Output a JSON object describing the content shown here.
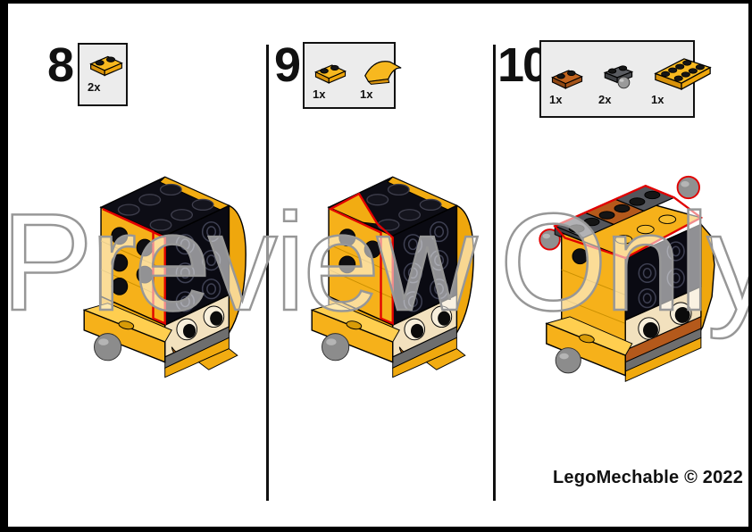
{
  "watermark": "Preview Only",
  "footer": "LegoMechable © 2022",
  "steps": [
    {
      "number": "8",
      "parts": [
        {
          "name": "plate-1x2-yellow",
          "qty": "2x",
          "color": "#F7B81F"
        }
      ]
    },
    {
      "number": "9",
      "parts": [
        {
          "name": "plate-1x2-yellow",
          "qty": "1x",
          "color": "#F7B81F"
        },
        {
          "name": "slope-curved-2x2-yellow",
          "qty": "1x",
          "color": "#F7B81F"
        }
      ]
    },
    {
      "number": "10",
      "parts": [
        {
          "name": "plate-1x2-orange",
          "qty": "1x",
          "color": "#C2641F"
        },
        {
          "name": "plate-1x2-towball-dark-gray",
          "qty": "2x",
          "color": "#5A5C61"
        },
        {
          "name": "plate-2x4-yellow",
          "qty": "1x",
          "color": "#F7B81F"
        }
      ]
    }
  ],
  "colors": {
    "page_border": "#000000",
    "callout_background": "#ECECEC",
    "brick_yellow": "#F6B11A",
    "brick_yellow_shade": "#EFA70D",
    "brick_black": "#0A0A12",
    "brick_tan": "#F2E1BE",
    "brick_orange": "#B4591B",
    "plate_dark_gray": "#5A5C61",
    "stripe_gray": "#6E6E6E",
    "ball_gray": "#8C8C8C",
    "highlight_red": "#E10000",
    "watermark_gray": "#979797"
  }
}
